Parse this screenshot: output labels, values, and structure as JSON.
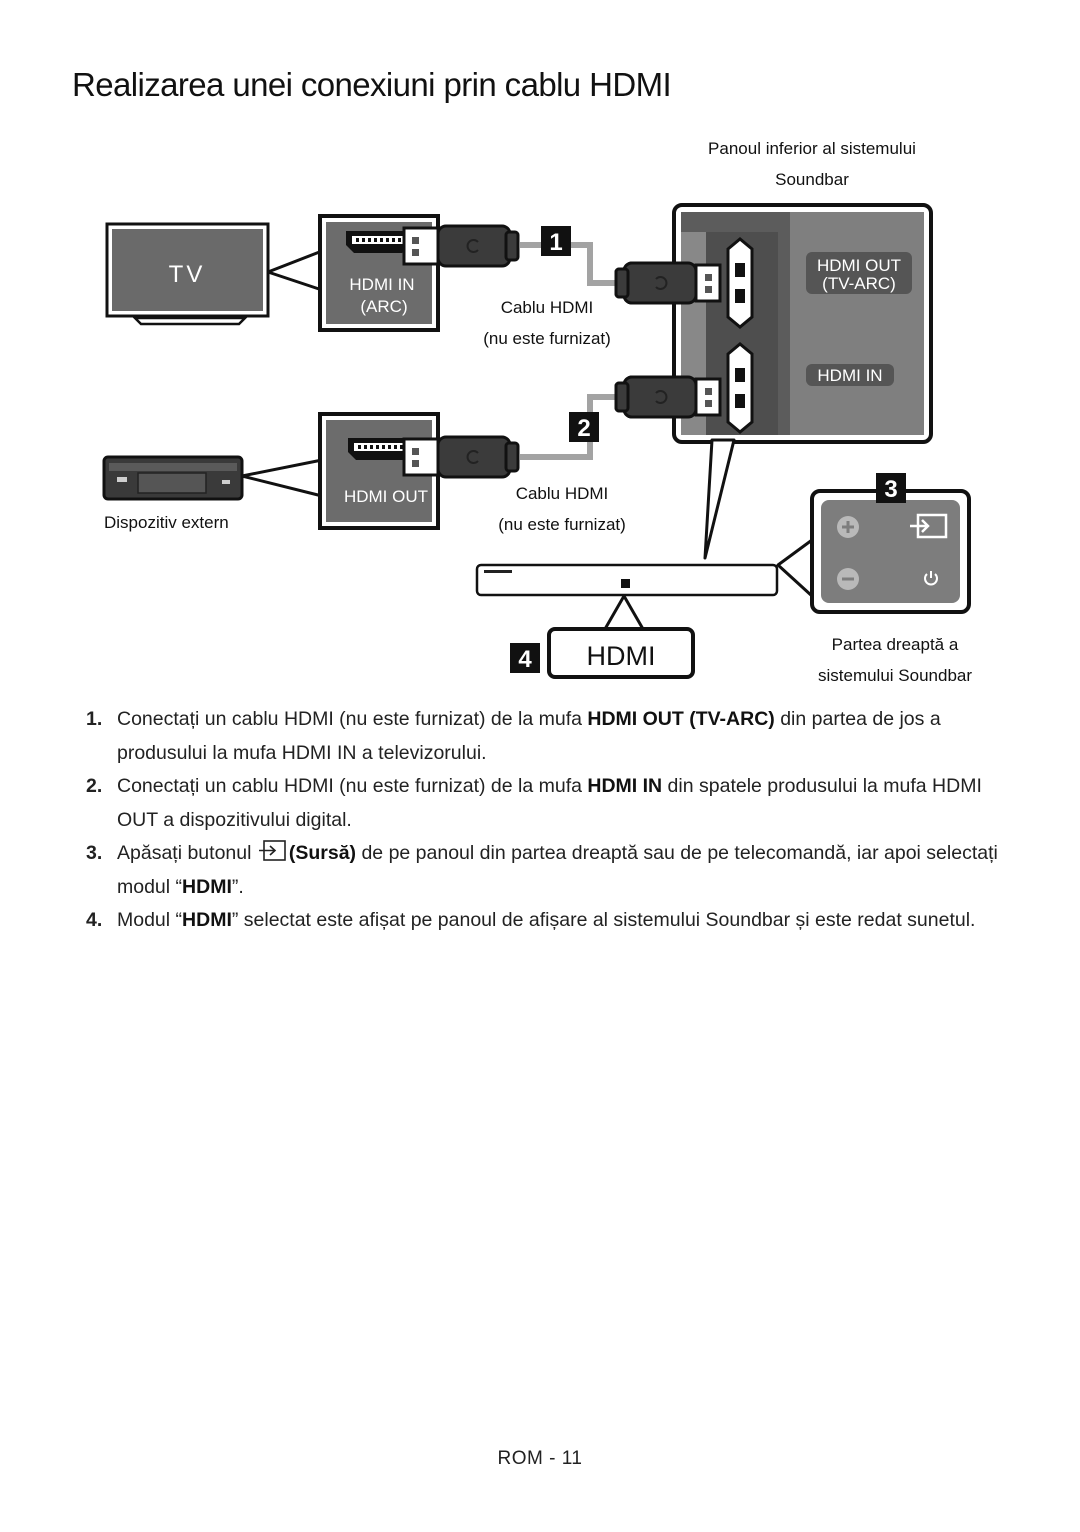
{
  "page": {
    "title": "Realizarea unei conexiuni prin cablu HDMI",
    "footer": "ROM - 11"
  },
  "diagram": {
    "tv_label": "TV",
    "tv_port_line1": "HDMI IN",
    "tv_port_line2": "(ARC)",
    "device_port": "HDMI OUT",
    "device_label": "Dispozitiv extern",
    "panel_title_line1": "Panoul inferior al sistemului",
    "panel_title_line2": "Soundbar",
    "panel_hdmi_out_line1": "HDMI OUT",
    "panel_hdmi_out_line2": "(TV-ARC)",
    "panel_hdmi_in": "HDMI IN",
    "cable1_line1": "Cablu HDMI",
    "cable1_line2": "(nu este furnizat)",
    "cable2_line1": "Cablu HDMI",
    "cable2_line2": "(nu este furnizat)",
    "right_side_line1": "Partea dreaptă a",
    "right_side_line2": "sistemului Soundbar",
    "display_text": "HDMI",
    "markers": [
      "1",
      "2",
      "3",
      "4"
    ],
    "icons": [
      "plus-icon",
      "source-icon",
      "minus-icon",
      "power-icon"
    ],
    "colors": {
      "panel_dark": "#5a5a5a",
      "panel_mid": "#808080",
      "cable_body": "#3b3b3b",
      "cable_wire": "#a3a3a3",
      "accent_outline": "#111111"
    }
  },
  "steps": [
    {
      "num": "1.",
      "a": "Conectați un cablu HDMI (nu este furnizat) de la mufa ",
      "b": "HDMI OUT (TV-ARC)",
      "c": " din partea de jos a produsului la mufa HDMI IN a televizorului."
    },
    {
      "num": "2.",
      "a": "Conectați un cablu HDMI (nu este furnizat) de la mufa ",
      "b": "HDMI IN",
      "c": " din spatele produsului la mufa HDMI OUT a dispozitivului digital."
    },
    {
      "num": "3.",
      "a": "Apăsați butonul ",
      "b": "(Sursă)",
      "c": " de pe panoul din partea dreaptă sau de pe telecomandă, iar apoi selectați modul “",
      "d": "HDMI",
      "e": "”."
    },
    {
      "num": "4.",
      "a": "Modul “",
      "b": "HDMI",
      "c": "” selectat este afișat pe panoul de afișare al sistemului Soundbar și este redat sunetul."
    }
  ]
}
